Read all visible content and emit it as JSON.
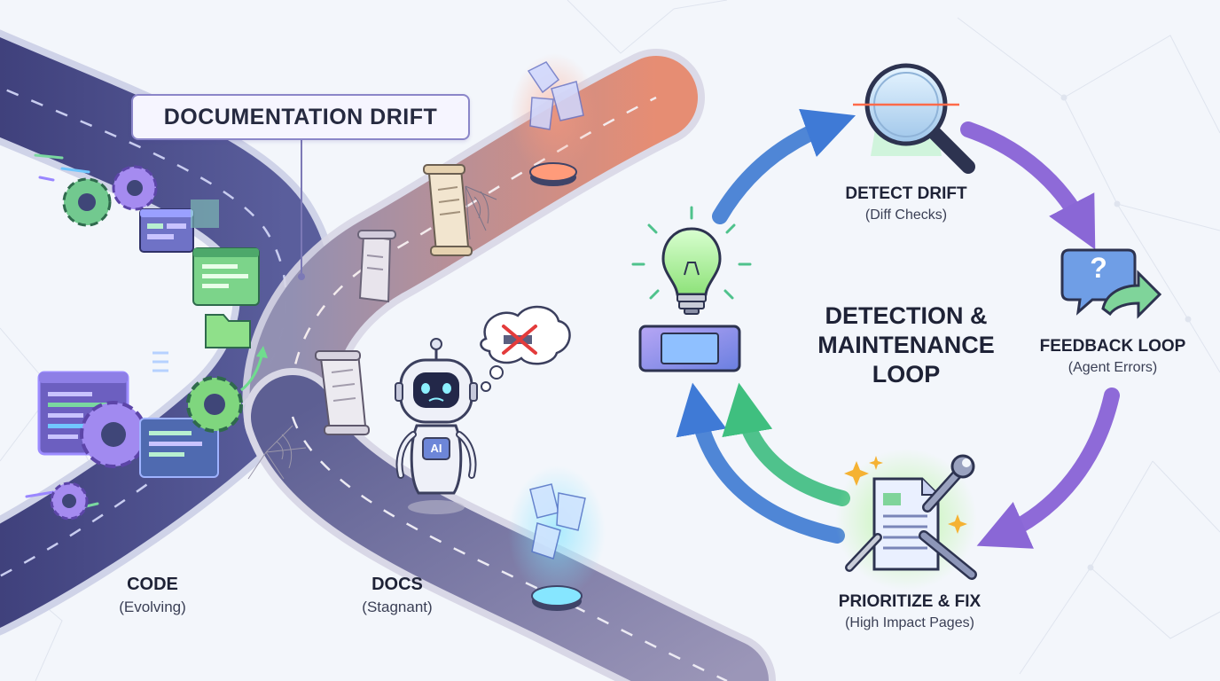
{
  "title": {
    "drift": "DOCUMENTATION DRIFT"
  },
  "code": {
    "title": "CODE",
    "subtitle": "(Evolving)"
  },
  "docs": {
    "title": "DOCS",
    "subtitle": "(Stagnant)"
  },
  "robot": {
    "badge": "AI"
  },
  "loop": {
    "center_line1": "DETECTION &",
    "center_line2": "MAINTENANCE",
    "center_line3": "LOOP",
    "detect": {
      "title": "DETECT DRIFT",
      "subtitle": "(Diff Checks)"
    },
    "feedback": {
      "title": "FEEDBACK LOOP",
      "subtitle": "(Agent Errors)",
      "icon_glyph": "?"
    },
    "prioritize": {
      "title": "PRIORITIZE & FIX",
      "subtitle": "(High Impact Pages)"
    }
  },
  "colors": {
    "road_dark": "#4b4f86",
    "road_fade": "#9a99b6",
    "road_orange": "#e9876a",
    "arrow_blue": "#4f86d6",
    "arrow_purple": "#8e6ad8",
    "arrow_green": "#4fc28c",
    "label_text": "#1e2236"
  },
  "icons": [
    "gear-icon",
    "code-window-icon",
    "folder-icon",
    "scroll-icon",
    "cobweb-icon",
    "robot-icon",
    "thought-bubble-icon",
    "magnifier-icon",
    "chat-question-icon",
    "reply-arrow-icon",
    "lightbulb-icon",
    "document-icon",
    "wrench-icon",
    "pen-icon",
    "hologram-pad-icon"
  ]
}
